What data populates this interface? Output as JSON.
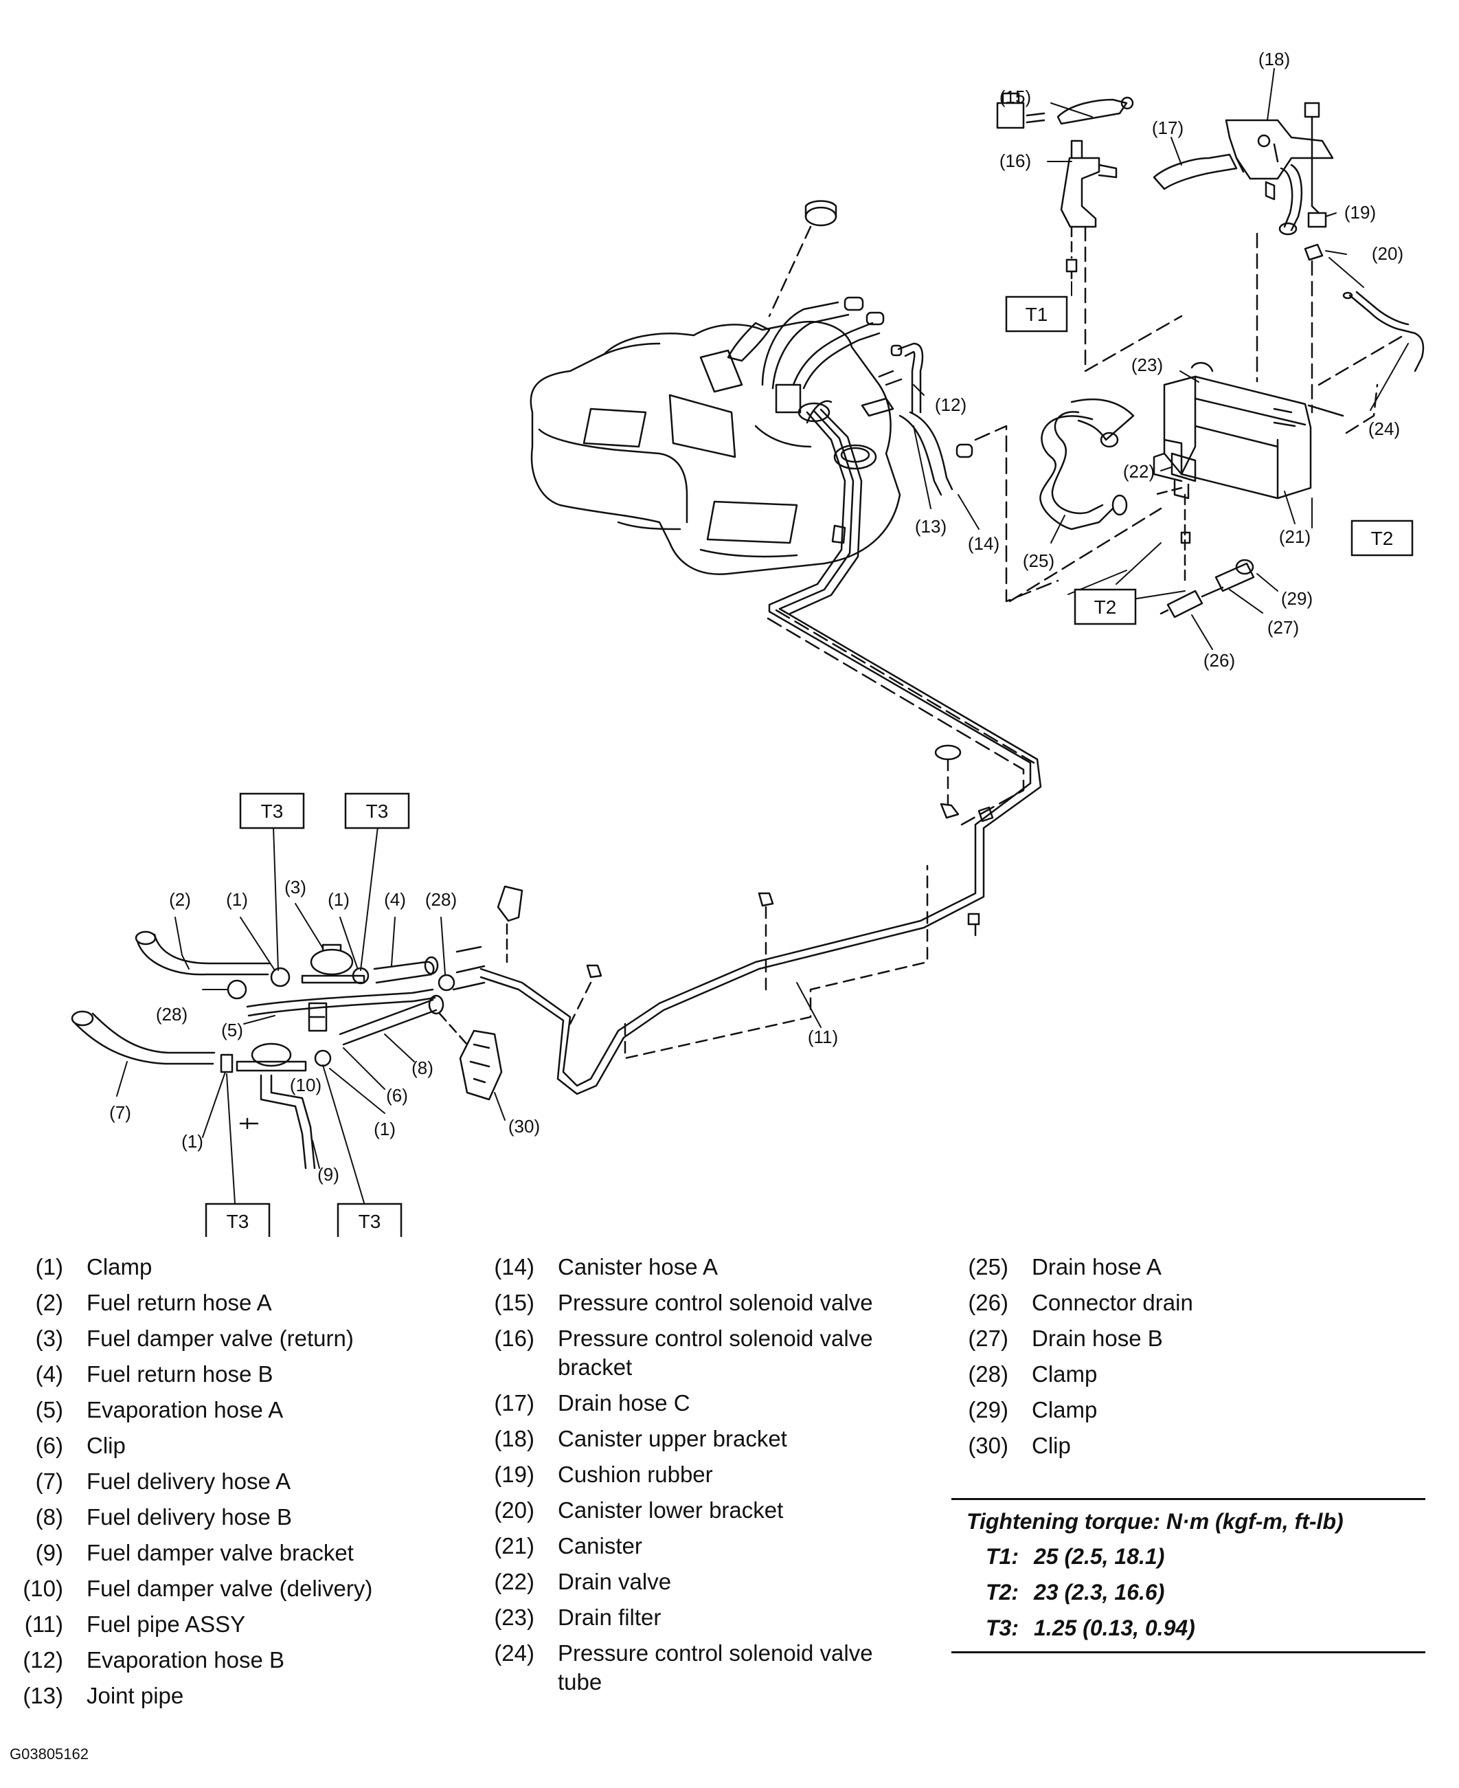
{
  "figure_id": "G03805162",
  "callouts": {
    "c1a": "(1)",
    "c1b": "(1)",
    "c1c": "(1)",
    "c1d": "(1)",
    "c2": "(2)",
    "c3": "(3)",
    "c4": "(4)",
    "c5": "(5)",
    "c6": "(6)",
    "c7": "(7)",
    "c8": "(8)",
    "c9": "(9)",
    "c10": "(10)",
    "c11": "(11)",
    "c12": "(12)",
    "c13": "(13)",
    "c14": "(14)",
    "c15": "(15)",
    "c16": "(16)",
    "c17": "(17)",
    "c18": "(18)",
    "c19": "(19)",
    "c20": "(20)",
    "c21": "(21)",
    "c22": "(22)",
    "c23": "(23)",
    "c24": "(24)",
    "c25": "(25)",
    "c26": "(26)",
    "c27": "(27)",
    "c28a": "(28)",
    "c28b": "(28)",
    "c29": "(29)",
    "c30": "(30)"
  },
  "torque_boxes": {
    "t1": "T1",
    "t2a": "T2",
    "t2b": "T2",
    "t3": "T3"
  },
  "legend": {
    "col1": [
      {
        "num": "(1)",
        "label": "Clamp"
      },
      {
        "num": "(2)",
        "label": "Fuel return hose A"
      },
      {
        "num": "(3)",
        "label": "Fuel damper valve (return)"
      },
      {
        "num": "(4)",
        "label": "Fuel return hose B"
      },
      {
        "num": "(5)",
        "label": "Evaporation hose A"
      },
      {
        "num": "(6)",
        "label": "Clip"
      },
      {
        "num": "(7)",
        "label": "Fuel delivery hose A"
      },
      {
        "num": "(8)",
        "label": "Fuel delivery hose B"
      },
      {
        "num": "(9)",
        "label": "Fuel damper valve bracket"
      },
      {
        "num": "(10)",
        "label": "Fuel damper valve (delivery)"
      },
      {
        "num": "(11)",
        "label": "Fuel pipe ASSY"
      },
      {
        "num": "(12)",
        "label": "Evaporation hose B"
      },
      {
        "num": "(13)",
        "label": "Joint pipe"
      }
    ],
    "col2": [
      {
        "num": "(14)",
        "label": "Canister hose A"
      },
      {
        "num": "(15)",
        "label": "Pressure control solenoid valve"
      },
      {
        "num": "(16)",
        "label": "Pressure control solenoid valve bracket"
      },
      {
        "num": "(17)",
        "label": "Drain hose C"
      },
      {
        "num": "(18)",
        "label": "Canister upper bracket"
      },
      {
        "num": "(19)",
        "label": "Cushion rubber"
      },
      {
        "num": "(20)",
        "label": "Canister lower bracket"
      },
      {
        "num": "(21)",
        "label": "Canister"
      },
      {
        "num": "(22)",
        "label": "Drain valve"
      },
      {
        "num": "(23)",
        "label": "Drain filter"
      },
      {
        "num": "(24)",
        "label": "Pressure control solenoid valve tube"
      }
    ],
    "col3": [
      {
        "num": "(25)",
        "label": "Drain hose A"
      },
      {
        "num": "(26)",
        "label": "Connector drain"
      },
      {
        "num": "(27)",
        "label": "Drain hose B"
      },
      {
        "num": "(28)",
        "label": "Clamp"
      },
      {
        "num": "(29)",
        "label": "Clamp"
      },
      {
        "num": "(30)",
        "label": "Clip"
      }
    ]
  },
  "torque": {
    "heading": "Tightening torque: N·m (kgf-m, ft-lb)",
    "rows": [
      {
        "key": "T1:",
        "value": "25 (2.5, 18.1)"
      },
      {
        "key": "T2:",
        "value": "23 (2.3, 16.6)"
      },
      {
        "key": "T3:",
        "value": "1.25 (0.13, 0.94)"
      }
    ]
  }
}
